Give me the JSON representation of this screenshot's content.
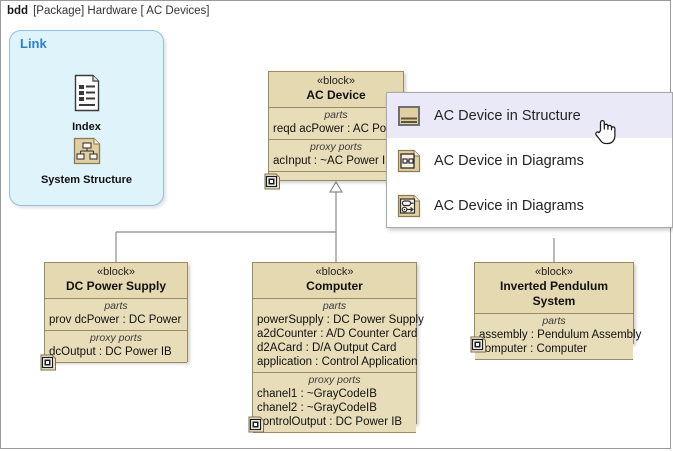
{
  "diagram": {
    "header": {
      "kind": "bdd",
      "rest": "[Package] Hardware [ AC Devices]"
    },
    "background_color": "#ffffff",
    "frame_border_color": "#9a9a9a"
  },
  "link_panel": {
    "title": "Link",
    "background_color": "#dff3fb",
    "border_color": "#8fc0e8",
    "title_color": "#2f7fd0",
    "items": [
      {
        "label": "Index",
        "icon": "document-lines-icon"
      },
      {
        "label": "System Structure",
        "icon": "structure-tree-icon"
      }
    ]
  },
  "blocks": [
    {
      "id": "ac-device",
      "stereotype": "«block»",
      "name": "AC Device",
      "compartments": [
        {
          "title": "parts",
          "items": [
            "reqd acPower : AC Po"
          ]
        },
        {
          "title": "proxy ports",
          "items": [
            "acInput : ~AC Power I"
          ]
        }
      ],
      "corner_icon": "diagram-indicator-icon"
    },
    {
      "id": "dc-power-supply",
      "stereotype": "«block»",
      "name": "DC Power Supply",
      "compartments": [
        {
          "title": "parts",
          "items": [
            "prov dcPower : DC Power"
          ]
        },
        {
          "title": "proxy ports",
          "items": [
            "dcOutput : DC Power IB"
          ]
        }
      ],
      "corner_icon": "diagram-indicator-icon"
    },
    {
      "id": "computer",
      "stereotype": "«block»",
      "name": "Computer",
      "compartments": [
        {
          "title": "parts",
          "items": [
            "powerSupply : DC Power Supply",
            "a2dCounter : A/D Counter Card",
            "d2ACard : D/A Output Card",
            "application : Control Application"
          ]
        },
        {
          "title": "proxy ports",
          "items": [
            "chanel1 : ~GrayCodeIB",
            "chanel2 : ~GrayCodeIB",
            "controlOutput : DC Power IB"
          ]
        }
      ],
      "corner_icon": "diagram-indicator-icon"
    },
    {
      "id": "inverted-pendulum",
      "stereotype": "«block»",
      "name": "Inverted Pendulum System",
      "compartments": [
        {
          "title": "parts",
          "items": [
            "assembly : Pendulum Assembly",
            "computer : Computer"
          ]
        }
      ],
      "corner_icon": "diagram-indicator-icon"
    }
  ],
  "block_style": {
    "fill_color": "#e8ddb9",
    "header_fill_color": "#e5d9b2",
    "border_color": "#9c8a63"
  },
  "connectors": {
    "line_color": "#8a8a8a",
    "relationship": "generalization"
  },
  "popup_menu": {
    "selected_index": 0,
    "selected_background": "#e9e9f7",
    "items": [
      {
        "label": "AC Device in Structure",
        "icon": "block-structure-icon"
      },
      {
        "label": "AC Device in Diagrams",
        "icon": "internal-block-diagram-icon"
      },
      {
        "label": "AC Device in Diagrams",
        "icon": "parametric-diagram-icon"
      }
    ]
  },
  "cursor": {
    "type": "pointing-hand-cursor"
  }
}
